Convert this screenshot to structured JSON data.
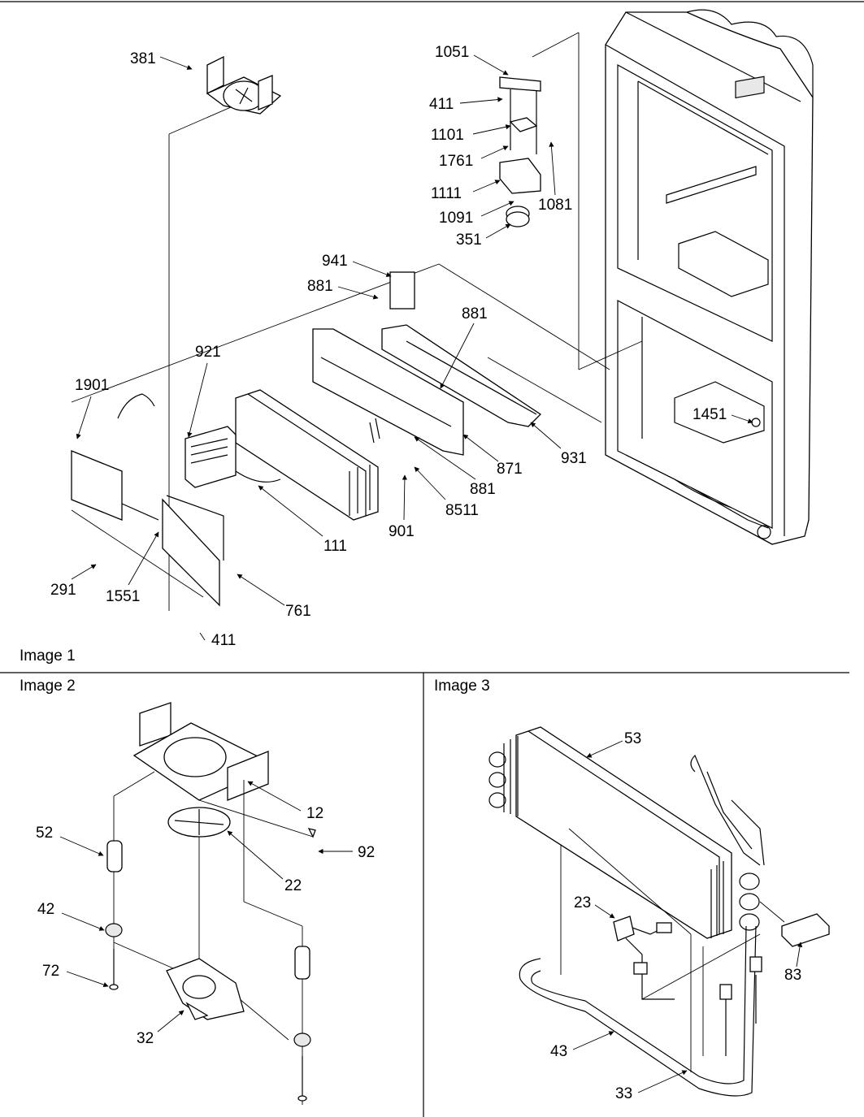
{
  "panels": [
    {
      "caption": "Image 1"
    },
    {
      "caption": "Image 2"
    },
    {
      "caption": "Image 3"
    }
  ],
  "callouts": {
    "image1": [
      "381",
      "1051",
      "411",
      "1101",
      "1761",
      "1111",
      "1081",
      "1091",
      "351",
      "941",
      "881",
      "881",
      "921",
      "1901",
      "871",
      "881",
      "931",
      "1451",
      "8511",
      "901",
      "111",
      "291",
      "1551",
      "761",
      "411"
    ],
    "image2": [
      "12",
      "52",
      "92",
      "22",
      "42",
      "72",
      "32"
    ],
    "image3": [
      "53",
      "23",
      "83",
      "43",
      "33"
    ]
  }
}
